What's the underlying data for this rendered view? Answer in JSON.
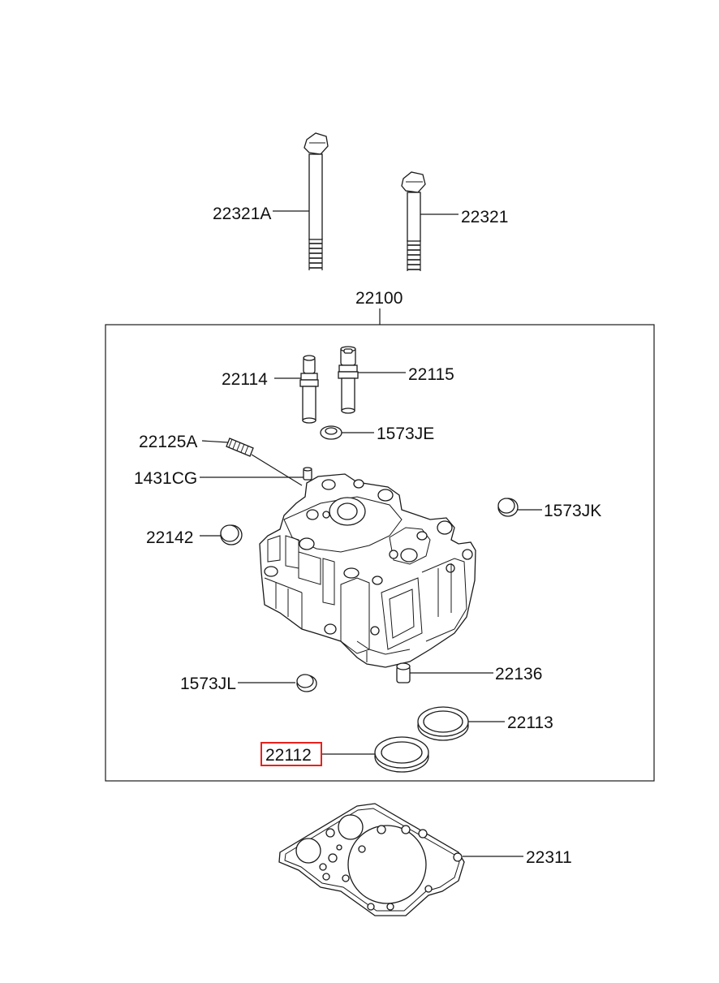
{
  "diagram": {
    "parts": {
      "bolt_long": "22321A",
      "bolt_short": "22321",
      "cylinder_head_assembly": "22100",
      "valve_guide_intake": "22114",
      "valve_guide_exhaust": "22115",
      "plug_je": "1573JE",
      "stud": "22125A",
      "dowel_pin": "1431CG",
      "plug_jk": "1573JK",
      "plug_22142": "22142",
      "plug_jl": "1573JL",
      "dowel_22136": "22136",
      "seat_ring_exhaust": "22113",
      "seat_ring_intake": "22112",
      "head_gasket": "22311"
    },
    "highlighted_part": "22112",
    "highlight_color": "#e8211c"
  }
}
